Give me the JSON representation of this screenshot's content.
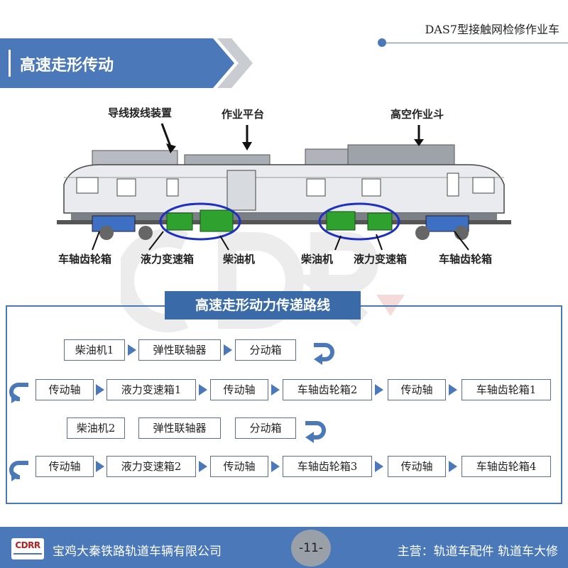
{
  "doc_title": "DAS7型接触网检修作业车",
  "section_title": "高速走形传动",
  "train": {
    "callouts": {
      "wire_device": "导线拨线装置",
      "work_platform": "作业平台",
      "aerial_bucket": "高空作业斗",
      "axle_gearbox_left": "车轴齿轮箱",
      "hydraulic_gearbox_left": "液力变速箱",
      "diesel_left": "柴油机",
      "diesel_right": "柴油机",
      "hydraulic_gearbox_right": "液力变速箱",
      "axle_gearbox_right": "车轴齿轮箱"
    }
  },
  "route": {
    "title": "高速走形动力传递路线",
    "row1": [
      "柴油机1",
      "弹性联轴器",
      "分动箱"
    ],
    "row2": [
      "传动轴",
      "液力变速箱1",
      "传动轴",
      "车轴齿轮箱2",
      "传动轴",
      "车轴齿轮箱1"
    ],
    "row3": [
      "柴油机2",
      "弹性联轴器",
      "分动箱"
    ],
    "row4": [
      "传动轴",
      "液力变速箱2",
      "传动轴",
      "车轴齿轮箱3",
      "传动轴",
      "车轴齿轮箱4"
    ]
  },
  "footer": {
    "logo_text": "CDRR",
    "company": "宝鸡大秦铁路轨道车辆有限公司",
    "page": "-11-",
    "business": "主营：轨道车配件  轨道车大修"
  },
  "colors": {
    "accent": "#4a78b8",
    "route_title": "#3a6aa8",
    "highlight_ellipse": "#1f2fbf",
    "component_green": "#2fa12f"
  }
}
